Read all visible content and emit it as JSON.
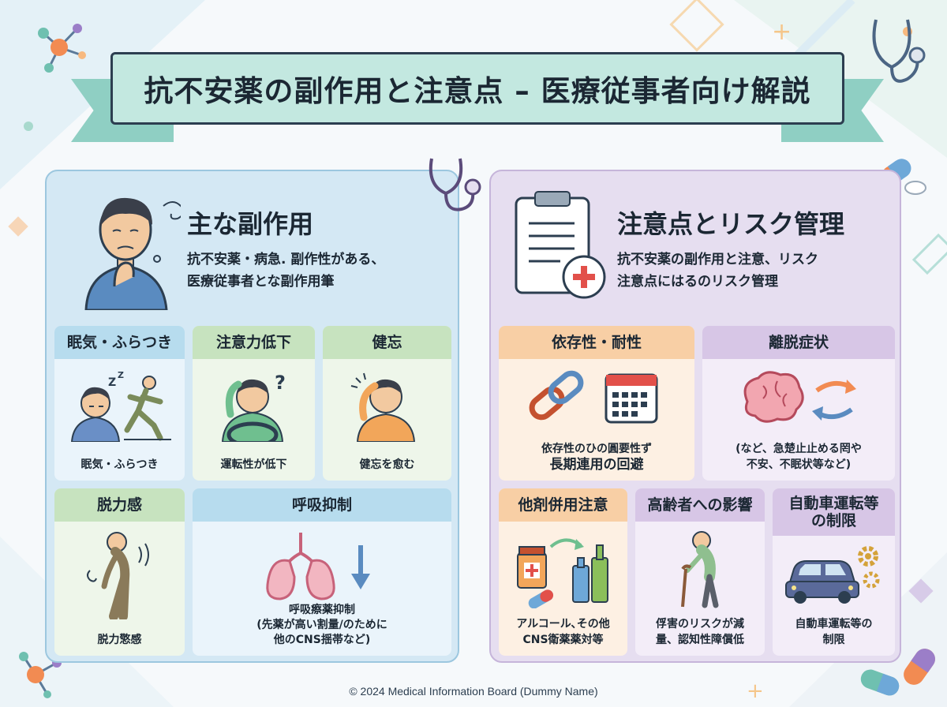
{
  "title": "抗不安薬の副作用と注意点 – 医療従事者向け解説",
  "left_panel": {
    "title": "主な副作用",
    "desc_line1": "抗不安薬・病急. 副作性がある、",
    "desc_line2": "医療従事者とな副作用筆",
    "cards": [
      {
        "header": "眠気・ふらつき",
        "caption": "眠気・ふらつき"
      },
      {
        "header": "注意力低下",
        "caption": "運転性が低下"
      },
      {
        "header": "健忘",
        "caption": "健忘を愈む"
      },
      {
        "header": "脱力感",
        "caption": "脱力憼感"
      },
      {
        "header": "呼吸抑制",
        "caption_line1": "呼吸瘵薬抑制",
        "caption_line2": "(先薬が高い割量/のために",
        "caption_line3": "他のCNS揺帯など)"
      }
    ]
  },
  "right_panel": {
    "title": "注意点とリスク管理",
    "desc_line1": "抗不安薬の副作用と注意、リスク",
    "desc_line2": "注意点にはるのリスク管理",
    "cards": [
      {
        "header": "依存性・耐性",
        "caption_line1": "依存性のひの圓要性ず",
        "caption_line2": "長期連用の回避"
      },
      {
        "header": "離脱症状",
        "caption_line1": "(など、急楚止止める罔や",
        "caption_line2": "不安、不眠状等など)"
      },
      {
        "header": "他剤併用注意",
        "caption_line1": "アルコール､その他",
        "caption_line2": "CNS衛薬薬対等"
      },
      {
        "header": "高齢者への影響",
        "caption_line1": "俘害のリスクが減",
        "caption_line2": "量、認知性障償低"
      },
      {
        "header_line1": "自動車運転等",
        "header_line2": "の制限",
        "caption_line1": "自動車運転等の",
        "caption_line2": "制限"
      }
    ]
  },
  "footer": "© 2024 Medical Information Board (Dummy Name)",
  "colors": {
    "banner": "#c3e8e0",
    "left_panel": "#d4e8f4",
    "right_panel": "#e6def0",
    "blue_header": "#b7dcee",
    "green_header": "#c7e3bf",
    "orange_header": "#f8cfa5",
    "purple_header": "#d7c6e6"
  }
}
